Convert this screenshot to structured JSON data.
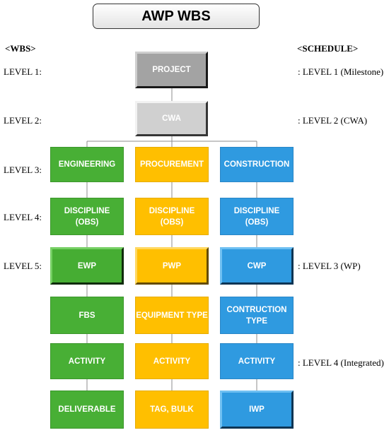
{
  "title": "AWP WBS",
  "left_header": "<WBS>",
  "right_header": "<SCHEDULE>",
  "levels": {
    "l1": "LEVEL 1:",
    "l2": "LEVEL 2:",
    "l3": "LEVEL 3:",
    "l4": "LEVEL 4:",
    "l5": "LEVEL 5:"
  },
  "schedule": {
    "s1": ": LEVEL 1 (Milestone)",
    "s2": ": LEVEL 2 (CWA)",
    "s3": ": LEVEL 3 (WP)",
    "s4": ": LEVEL 4 (Integrated)"
  },
  "nodes": {
    "project": "PROJECT",
    "cwa": "CWA",
    "engineering": {
      "head": "ENGINEERING",
      "discipline_1": "DISCIPLINE",
      "discipline_2": "(OBS)",
      "package": "EWP",
      "type": "FBS",
      "activity": "ACTIVITY",
      "last": "DELIVERABLE"
    },
    "procurement": {
      "head": "PROCUREMENT",
      "discipline_1": "DISCIPLINE",
      "discipline_2": "(OBS)",
      "package": "PWP",
      "type": "EQUIPMENT TYPE",
      "activity": "ACTIVITY",
      "last": "TAG, BULK"
    },
    "construction": {
      "head": "CONSTRUCTION",
      "discipline_1": "DISCIPLINE",
      "discipline_2": "(OBS)",
      "package": "CWP",
      "type_1": "CONTRUCTION",
      "type_2": "TYPE",
      "activity": "ACTIVITY",
      "last": "IWP"
    }
  },
  "colors": {
    "engineering": "#48af35",
    "procurement": "#ffbf00",
    "construction": "#2f9ae0",
    "project": "#a6a6a6",
    "cwa": "#d4d4d4"
  }
}
